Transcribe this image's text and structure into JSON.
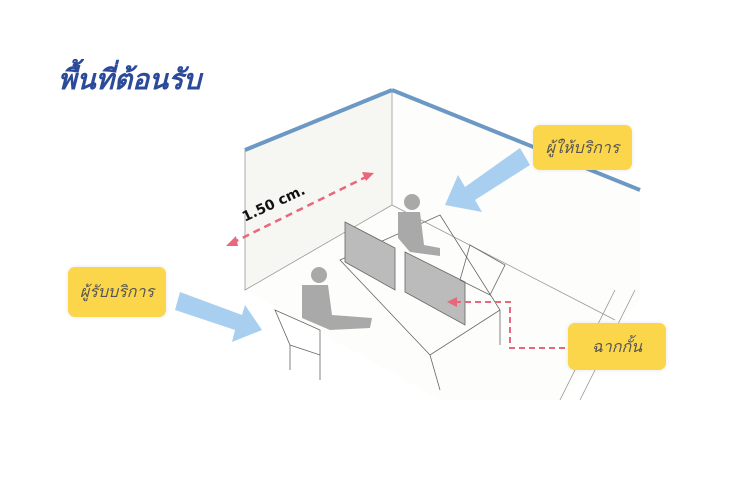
{
  "title": "พื้นที่ต้อนรับ",
  "labels": {
    "provider": "ผู้ให้บริการ",
    "customer": "ผู้รับบริการ",
    "partition": "ฉากกั้น"
  },
  "dimension": "1.50 cm.",
  "colors": {
    "title": "#2b4a9a",
    "label_bg": "#fcd64a",
    "arrow": "#a9cff0",
    "dash": "#e8677a"
  }
}
